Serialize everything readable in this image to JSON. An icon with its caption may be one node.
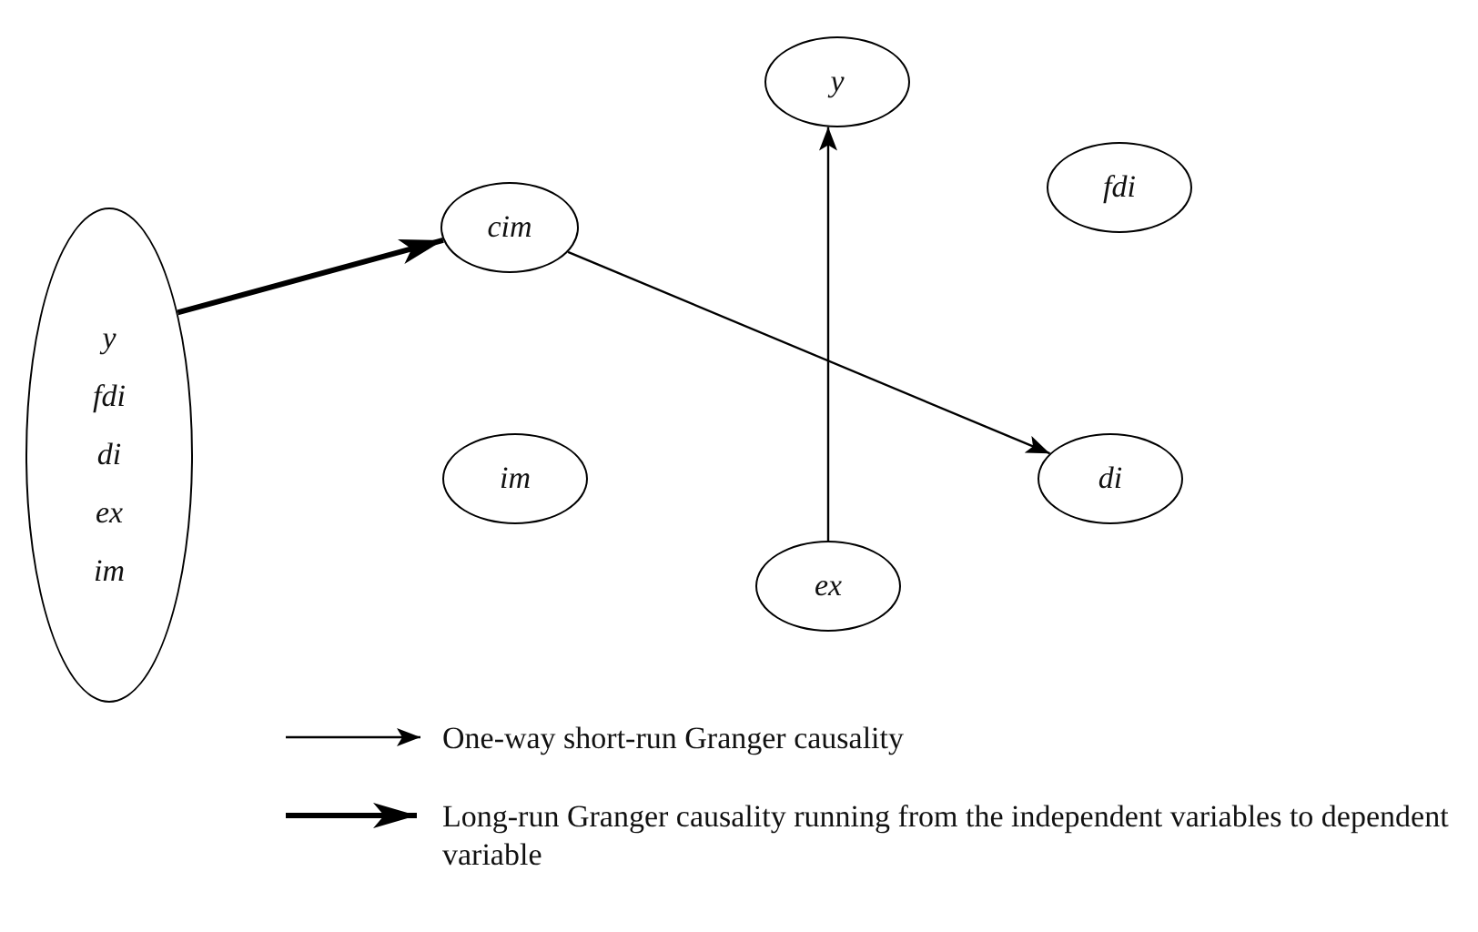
{
  "diagram": {
    "nodes": [
      {
        "text": [
          "y",
          "fdi",
          "di",
          "ex",
          "im"
        ]
      },
      {
        "text": [
          "cim"
        ]
      },
      {
        "text": [
          "y"
        ]
      },
      {
        "text": [
          "fdi"
        ]
      },
      {
        "text": [
          "im"
        ]
      },
      {
        "text": [
          "di"
        ]
      },
      {
        "text": [
          "ex"
        ]
      }
    ],
    "edges": [
      {
        "from": 0,
        "to": 1,
        "arrow": "to",
        "style": "thick"
      },
      {
        "from": 1,
        "to": 5,
        "arrow": "to"
      },
      {
        "from": 6,
        "to": 2,
        "arrow": "to"
      }
    ],
    "legend": [
      {
        "text": "One-way short-run Granger causality"
      },
      {
        "text": "Long-run Granger causality running from the independent variables to dependent variable"
      }
    ]
  }
}
